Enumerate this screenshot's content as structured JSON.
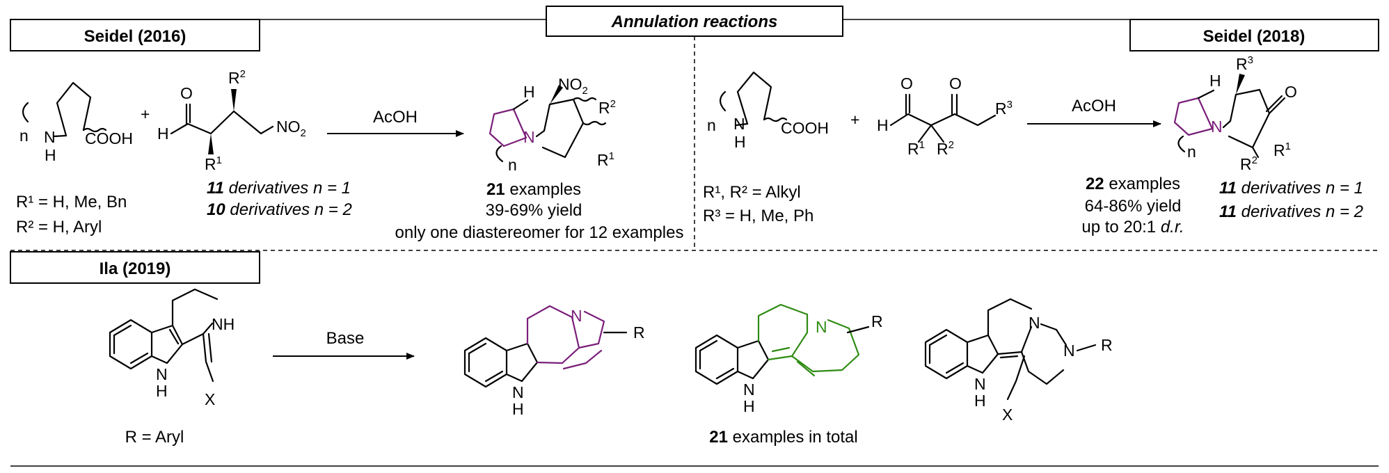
{
  "title": "Annulation reactions",
  "seidel2016": {
    "box": "Seidel (2016)",
    "reagent": "AcOH",
    "n_label": "n",
    "acid": "COOH",
    "nh": "N",
    "h": "H",
    "aldehyde_h": "H",
    "o": "O",
    "no2": "NO",
    "r": "R",
    "sub1": "1",
    "sub2": "2",
    "prod_h": "H",
    "prod_n": "N",
    "prod_no2": "NO",
    "cond_r1": "R¹ = H, Me, Bn",
    "cond_r2": "R² = H, Aryl",
    "deriv1_num": "11",
    "deriv1_text": " derivatives n = 1",
    "deriv2_num": "10",
    "deriv2_text": " derivatives n = 2",
    "examples_num": "21",
    "examples_text": " examples",
    "yield": "39-69% yield",
    "diastereomer": "only one diastereomer for 12 examples"
  },
  "seidel2018": {
    "box": "Seidel (2018)",
    "reagent": "AcOH",
    "acid": "COOH",
    "cond_r12": "R¹, R² = Alkyl",
    "cond_r3": "R³ = H, Me, Ph",
    "examples_num": "22",
    "examples_text": " examples",
    "yield": "64-86% yield",
    "dr_prefix": "up to 20:1 ",
    "dr_italic": "d.r.",
    "deriv1_num": "11",
    "deriv1_text": " derivatives n = 1",
    "deriv2_num": "11",
    "deriv2_text": " derivatives n = 2"
  },
  "ila2019": {
    "box": "Ila (2019)",
    "reagent": "Base",
    "nh": "NH",
    "x": "X",
    "r": "R",
    "n": "N",
    "condition": "R = Aryl",
    "examples_num": "21",
    "examples_text": " examples in total"
  },
  "colors": {
    "purple_ring": "#7a1f7a",
    "green_ring": "#2e8b12"
  }
}
